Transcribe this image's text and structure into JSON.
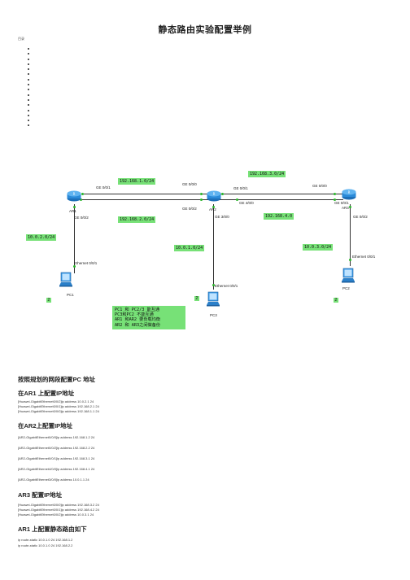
{
  "title": "静态路由实验配置举例",
  "toc_label": "目录",
  "toc_items": [
    "",
    "",
    "",
    "",
    "",
    "",
    "",
    "",
    "",
    "",
    "",
    "",
    "",
    "",
    "",
    ""
  ],
  "diagram": {
    "routers": {
      "ar1": "AR1",
      "ar2": "AR2",
      "ar3": "AR3"
    },
    "pcs": {
      "pc1": "PC1",
      "pc3": "PC3",
      "pc2": "PC2"
    },
    "ports": {
      "ar1_ge001": "GE 0/0/1",
      "ar1_ge002": "GE 0/0/2",
      "ar2_ge000": "GE 0/0/0",
      "ar2_ge001": "GE 0/0/1",
      "ar2_ge002": "GE 0/0/2",
      "ar2_ge300": "GE 3/0/0",
      "ar2_ge400": "GE 4/0/0",
      "ar3_ge000": "GE 0/0/0",
      "ar3_ge001": "GE 0/0/1",
      "ar3_ge002": "GE 0/0/2",
      "pc1_eth": "Ethernet 0/0/1",
      "pc3_eth": "Ethernet 0/0/1",
      "pc2_eth": "Ethernet 0/0/1"
    },
    "networks": {
      "n1": "192.168.1.0/24",
      "n2": "192.168.2.0/24",
      "n3": "192.168.3.0/24",
      "n4": "192.168.4.0",
      "n5": "10.0.2.0/24",
      "n6": "10.0.1.0/24",
      "n7": "10.0.3.0/24"
    },
    "badges": {
      "b1": "2",
      "b2": "2",
      "b3": "2"
    },
    "note_lines": [
      "PC1 和 PC2/3 能互通",
      "PC3和PC2 不能互通",
      "AR1 和AR2 要负载均衡",
      "AR2 和 AR3之间做备份"
    ]
  },
  "sections": {
    "s1": "按照规划的网段配置PC 地址",
    "s2": "在AR1 上配置IP地址",
    "s2_code": [
      "[Huawei-GigabitEthernet0/0/2]ip address 10.0.2.1 24",
      "[Huawei-GigabitEthernet0/0/1]ip address 192.168.2.1 24",
      "[Huawei-GigabitEthernet0/0/0]ip address 192.168.1.1 24"
    ],
    "s3": "在AR2上配置IP地址",
    "s3_code": [
      "[AR2-GigabitEthernet0/0/0]ip address 192.168.1.2 24",
      "[AR2-GigabitEthernet0/0/2]ip address 192.168.2.2 24",
      "[AR2-GigabitEthernet0/0/1]ip address 192.168.3.1 24",
      "[AR2-GigabitEthernet4/0/0]ip address 192.168.4.1 24",
      "[AR2-GigabitEthernet3/0/0]ip address 10.0.1.1 24"
    ],
    "s4": "AR3 配置IP地址",
    "s4_code": [
      "[Huawei-GigabitEthernet0/0/0]ip address 192.168.3.2 24",
      "[Huawei-GigabitEthernet0/0/1]ip address 192.168.4.2 24",
      "[Huawei-GigabitEthernet0/0/2]ip address 10.0.3.1 24"
    ],
    "s5": "AR1 上配置静态路由如下",
    "s5_code": [
      "ip route-static 10.0.1.0 24 192.168.1.2",
      "ip route-static 10.0.1.0 24 192.168.2.2"
    ]
  }
}
